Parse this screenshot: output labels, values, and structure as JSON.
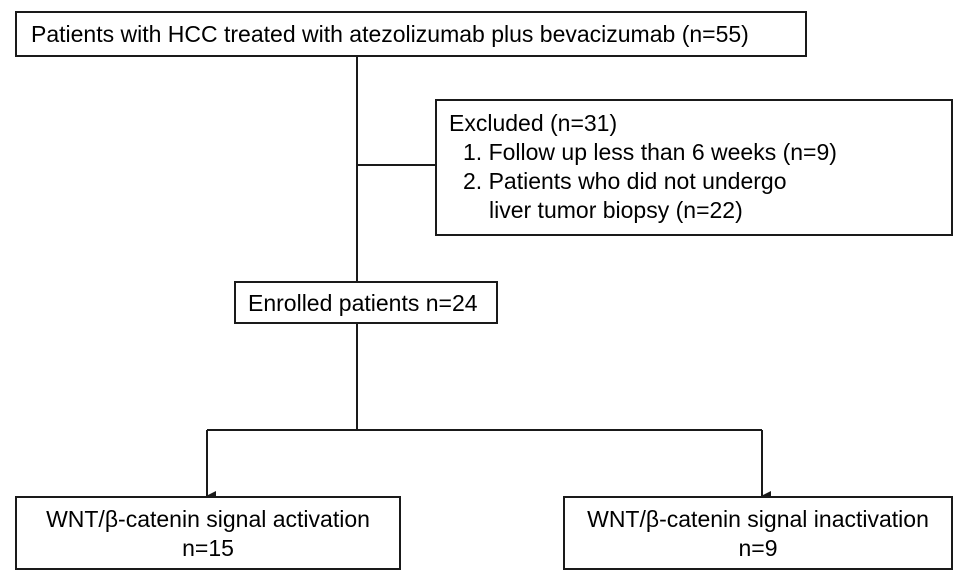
{
  "nodes": {
    "top": {
      "text": "Patients with HCC treated with atezolizumab plus bevacizumab (n=55)"
    },
    "excluded": {
      "title": "Excluded (n=31)",
      "item1": "1. Follow up less than 6 weeks (n=9)",
      "item2_line1": "2. Patients who did not undergo",
      "item2_line2": "liver tumor biopsy (n=22)"
    },
    "enrolled": {
      "text": "Enrolled patients n=24"
    },
    "activation": {
      "label": "WNT/β-catenin signal activation",
      "count": "n=15"
    },
    "inactivation": {
      "label": "WNT/β-catenin signal inactivation",
      "count": "n=9"
    }
  },
  "colors": {
    "line": "#1a1a1a",
    "background": "#ffffff"
  }
}
